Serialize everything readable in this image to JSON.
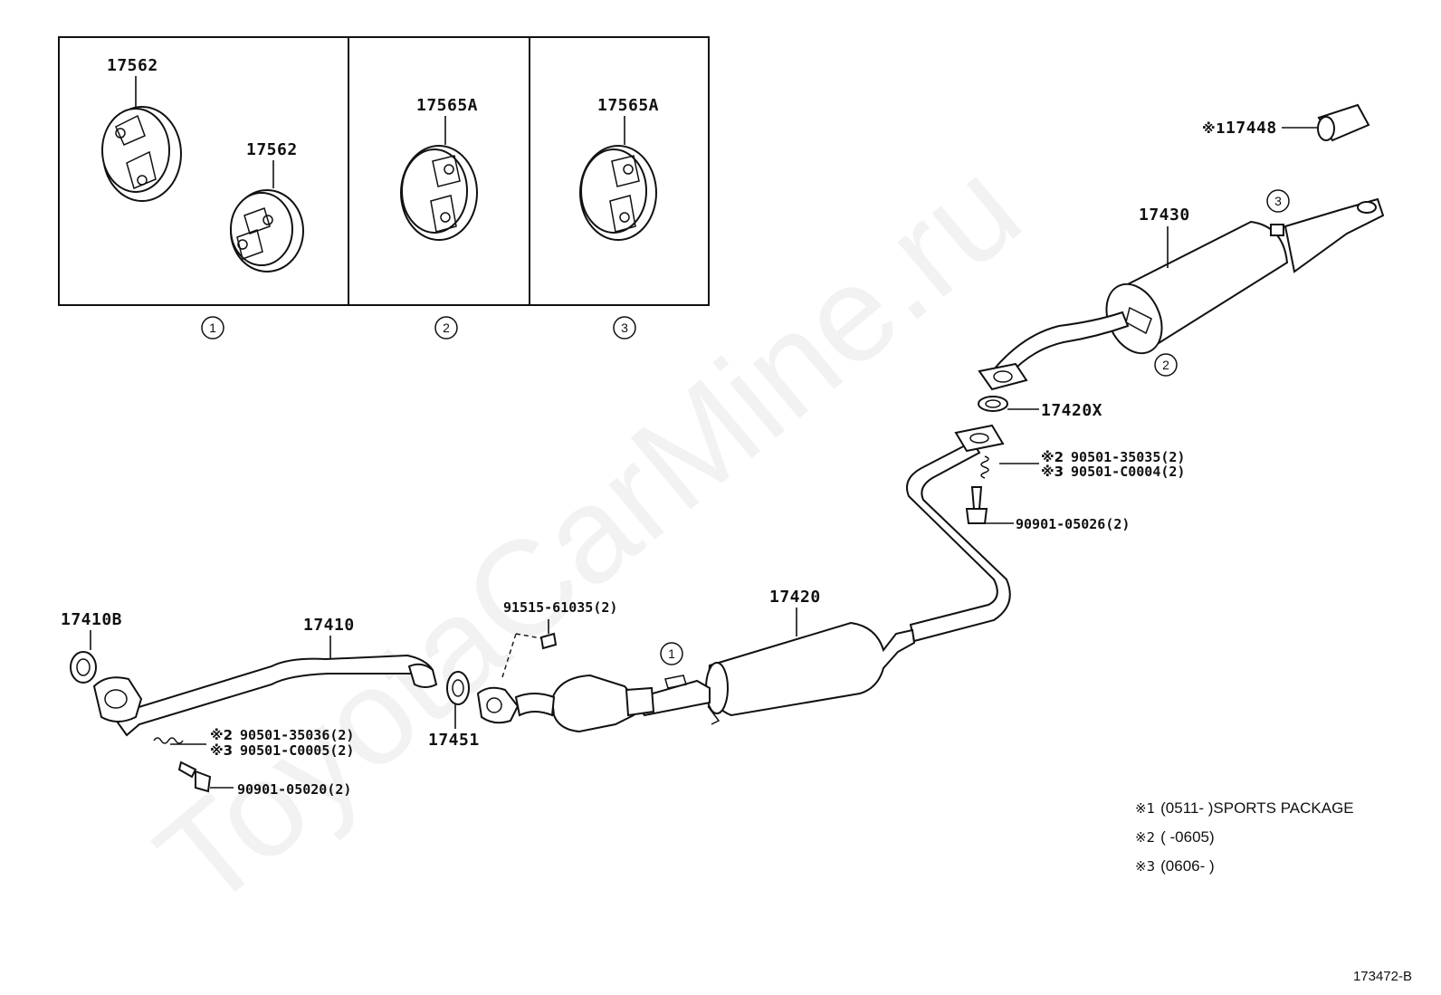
{
  "watermark": "ToyotaCarMine.ru",
  "inset": {
    "panels": [
      {
        "number": "1",
        "labels": [
          "17562",
          "17562"
        ]
      },
      {
        "number": "2",
        "labels": [
          "17565A"
        ]
      },
      {
        "number": "3",
        "labels": [
          "17565A"
        ]
      }
    ]
  },
  "callouts": {
    "c17448": {
      "mark": "※1",
      "code": "17448"
    },
    "c17430": "17430",
    "c17420X": "17420X",
    "bolt_right": {
      "line1_mark": "※2",
      "line1_code": "90501-35035(2)",
      "line2_mark": "※3",
      "line2_code": "90501-C0004(2)",
      "line3_code": "90901-05026(2)"
    },
    "c17420": "17420",
    "c91515": "91515-61035(2)",
    "c17410B": "17410B",
    "c17410": "17410",
    "c17451": "17451",
    "bolt_left": {
      "line1_mark": "※2",
      "line1_code": "90501-35036(2)",
      "line2_mark": "※3",
      "line2_code": "90501-C0005(2)",
      "line3_code": "90901-05020(2)"
    },
    "hanger_circles": [
      "3",
      "2",
      "1"
    ]
  },
  "notes": [
    {
      "mark": "※1",
      "text": "(0511-     )SPORTS PACKAGE"
    },
    {
      "mark": "※2",
      "text": "(     -0605)"
    },
    {
      "mark": "※3",
      "text": "(0606-     )"
    }
  ],
  "diagram_ref": "173472-B"
}
